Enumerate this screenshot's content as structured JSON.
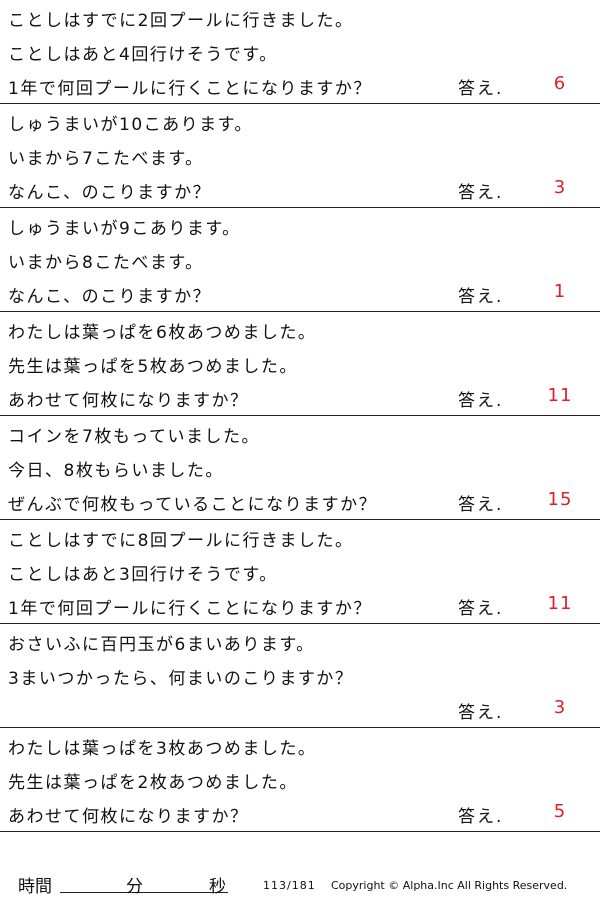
{
  "answer_label": "答え.",
  "problems": [
    {
      "lines": [
        "ことしはすでに2回プールに行きました。",
        "ことしはあと4回行けそうです。",
        "1年で何回プールに行くことになりますか？"
      ],
      "answer": "6"
    },
    {
      "lines": [
        "しゅうまいが10こあります。",
        "いまから7こたべます。",
        "なんこ、のこりますか？"
      ],
      "answer": "3"
    },
    {
      "lines": [
        "しゅうまいが9こあります。",
        "いまから8こたべます。",
        "なんこ、のこりますか？"
      ],
      "answer": "1"
    },
    {
      "lines": [
        "わたしは葉っぱを6枚あつめました。",
        "先生は葉っぱを5枚あつめました。",
        "あわせて何枚になりますか？"
      ],
      "answer": "11"
    },
    {
      "lines": [
        "コインを7枚もっていました。",
        "今日、8枚もらいました。",
        "ぜんぶで何枚もっていることになりますか？"
      ],
      "answer": "15"
    },
    {
      "lines": [
        "ことしはすでに8回プールに行きました。",
        "ことしはあと3回行けそうです。",
        "1年で何回プールに行くことになりますか？"
      ],
      "answer": "11"
    },
    {
      "lines": [
        "おさいふに百円玉が6まいあります。",
        "3まいつかったら、何まいのこりますか？",
        ""
      ],
      "answer": "3"
    },
    {
      "lines": [
        "わたしは葉っぱを3枚あつめました。",
        "先生は葉っぱを2枚あつめました。",
        "あわせて何枚になりますか？"
      ],
      "answer": "5"
    }
  ],
  "footer": {
    "time_label": "時間",
    "minutes_label": "分",
    "seconds_label": "秒",
    "page": "113/181",
    "copyright": "Copyright ©  Alpha.Inc All Rights Reserved."
  }
}
